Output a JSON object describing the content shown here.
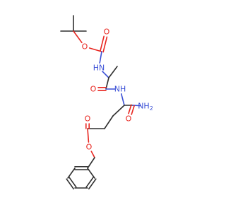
{
  "molecule": {
    "atoms": [
      {
        "id": "tbu_c",
        "el": "C"
      },
      {
        "id": "tbu_m1",
        "el": "C"
      },
      {
        "id": "tbu_m2",
        "el": "C"
      },
      {
        "id": "tbu_m3",
        "el": "C"
      },
      {
        "id": "o_ester1",
        "el": "O",
        "label": "O"
      },
      {
        "id": "c_carb",
        "el": "C"
      },
      {
        "id": "o_carb",
        "el": "O",
        "label": "O"
      },
      {
        "id": "nh_boc",
        "el": "N",
        "label": "HN"
      },
      {
        "id": "c_ala",
        "el": "C"
      },
      {
        "id": "c_ala_me",
        "el": "C"
      },
      {
        "id": "c_amide",
        "el": "C"
      },
      {
        "id": "o_amide",
        "el": "O",
        "label": "O"
      },
      {
        "id": "nh_amide",
        "el": "N",
        "label": "NH"
      },
      {
        "id": "c_glu",
        "el": "C"
      },
      {
        "id": "c_prim",
        "el": "C"
      },
      {
        "id": "nh2",
        "el": "N",
        "label": "NH2"
      },
      {
        "id": "o_prim",
        "el": "O",
        "label": "O"
      },
      {
        "id": "c_b",
        "el": "C"
      },
      {
        "id": "c_g",
        "el": "C"
      },
      {
        "id": "c_est",
        "el": "C"
      },
      {
        "id": "o_est_dbl",
        "el": "O",
        "label": "O"
      },
      {
        "id": "o_est",
        "el": "O",
        "label": "O"
      },
      {
        "id": "c_bn",
        "el": "C"
      },
      {
        "id": "ph1",
        "el": "C"
      },
      {
        "id": "ph2",
        "el": "C"
      },
      {
        "id": "ph3",
        "el": "C"
      },
      {
        "id": "ph4",
        "el": "C"
      },
      {
        "id": "ph5",
        "el": "C"
      },
      {
        "id": "ph6",
        "el": "C"
      }
    ],
    "bonds": [
      [
        "tbu_c",
        "tbu_m1",
        1
      ],
      [
        "tbu_c",
        "tbu_m2",
        1
      ],
      [
        "tbu_c",
        "tbu_m3",
        1
      ],
      [
        "tbu_c",
        "o_ester1",
        1
      ],
      [
        "o_ester1",
        "c_carb",
        1
      ],
      [
        "c_carb",
        "o_carb",
        2
      ],
      [
        "c_carb",
        "nh_boc",
        1
      ],
      [
        "nh_boc",
        "c_ala",
        1
      ],
      [
        "c_ala",
        "c_ala_me",
        1
      ],
      [
        "c_ala",
        "c_amide",
        1
      ],
      [
        "c_amide",
        "o_amide",
        2
      ],
      [
        "c_amide",
        "nh_amide",
        1
      ],
      [
        "nh_amide",
        "c_glu",
        1
      ],
      [
        "c_glu",
        "c_prim",
        1
      ],
      [
        "c_prim",
        "nh2",
        1
      ],
      [
        "c_prim",
        "o_prim",
        2
      ],
      [
        "c_glu",
        "c_b",
        1
      ],
      [
        "c_b",
        "c_g",
        1
      ],
      [
        "c_g",
        "c_est",
        1
      ],
      [
        "c_est",
        "o_est_dbl",
        2
      ],
      [
        "c_est",
        "o_est",
        1
      ],
      [
        "o_est",
        "c_bn",
        1
      ],
      [
        "c_bn",
        "ph1",
        1
      ],
      [
        "ph1",
        "ph2",
        2
      ],
      [
        "ph2",
        "ph3",
        1
      ],
      [
        "ph3",
        "ph4",
        2
      ],
      [
        "ph4",
        "ph5",
        1
      ],
      [
        "ph5",
        "ph6",
        2
      ],
      [
        "ph6",
        "ph1",
        1
      ]
    ],
    "colors": {
      "C": "#2f2f2f",
      "N": "#3a4fd6",
      "O": "#e8251f"
    }
  }
}
